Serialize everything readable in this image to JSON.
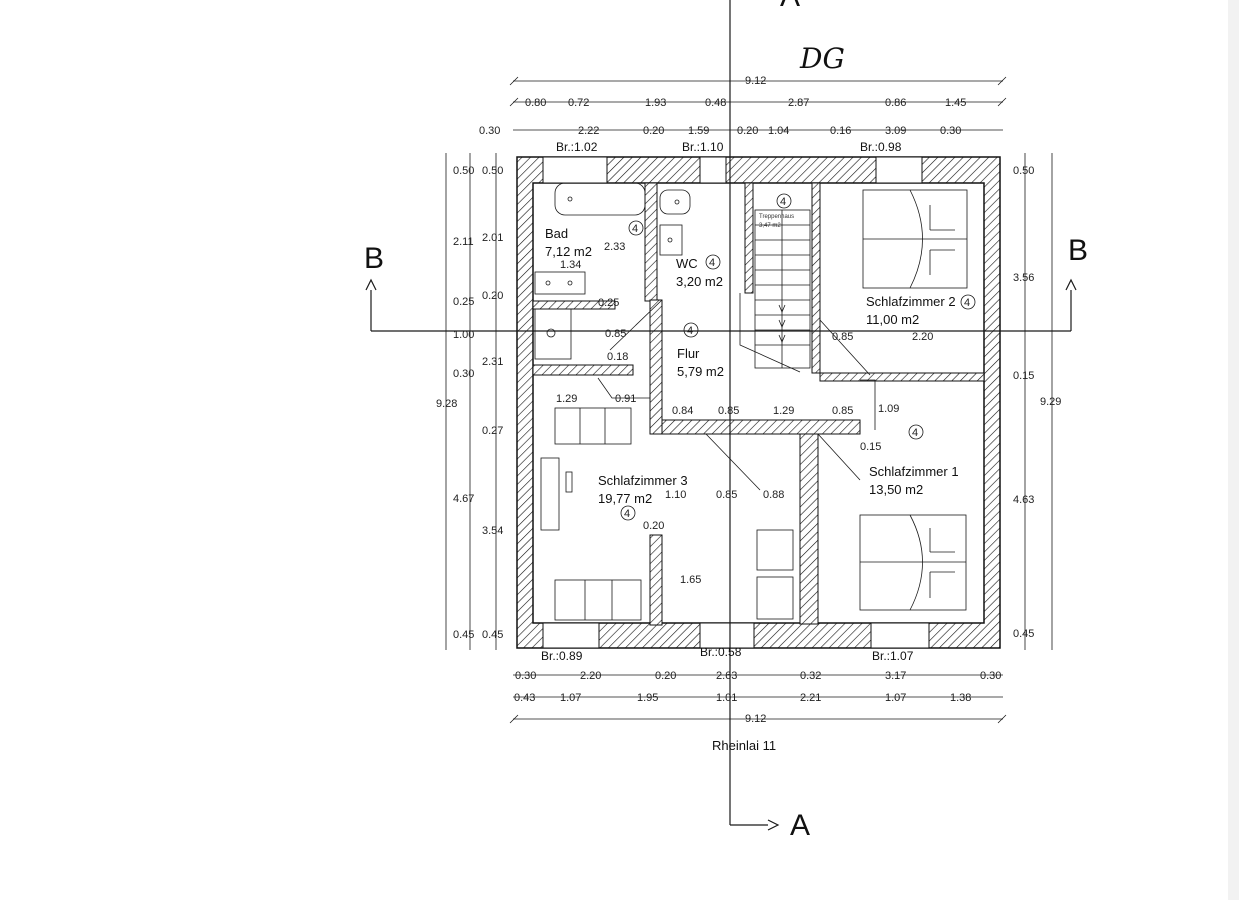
{
  "floor_label": "DG",
  "address": "Rheinlai 11",
  "section_a": "A",
  "section_b": "B",
  "room_marker": "4",
  "stair_label": "Treppenhaus",
  "stair_area": "3,47 m2",
  "rooms": {
    "bad": {
      "name": "Bad",
      "area": "7,12 m2"
    },
    "wc": {
      "name": "WC",
      "area": "3,20 m2"
    },
    "flur": {
      "name": "Flur",
      "area": "5,79 m2"
    },
    "schlaf1": {
      "name": "Schlafzimmer 1",
      "area": "13,50 m2"
    },
    "schlaf2": {
      "name": "Schlafzimmer 2",
      "area": "11,00 m2"
    },
    "schlaf3": {
      "name": "Schlafzimmer 3",
      "area": "19,77 m2"
    }
  },
  "windows": {
    "top": [
      "Br.:1.02",
      "Br.:1.10",
      "Br.:0.98"
    ],
    "bottom": [
      "Br.:0.89",
      "Br.:0.58",
      "Br.:1.07"
    ]
  },
  "dims": {
    "top_total": "9.12",
    "top_row1": [
      "0.80",
      "0.72",
      "1.93",
      "0.48",
      "2.87",
      "0.86",
      "1.45"
    ],
    "top_row2": [
      "0.30",
      "2.22",
      "0.20",
      "1.59",
      "0.20",
      "1.04",
      "0.16",
      "3.09",
      "0.30"
    ],
    "bottom_row1": [
      "0.30",
      "2.20",
      "0.20",
      "2.63",
      "0.32",
      "3.17",
      "0.30"
    ],
    "bottom_row2": [
      "0.43",
      "1.07",
      "1.95",
      "1.01",
      "2.21",
      "1.07",
      "1.38"
    ],
    "bottom_total": "9.12",
    "left_outer": [
      "0.50",
      "2.11",
      "0.25",
      "1.00",
      "0.30",
      "9.28",
      "4.67",
      "0.45"
    ],
    "left_inner": [
      "0.50",
      "2.01",
      "0.20",
      "2.31",
      "0.27",
      "3.54",
      "0.45"
    ],
    "right_outer": [
      "9.29"
    ],
    "right_inner": [
      "0.50",
      "3.56",
      "0.15",
      "4.63",
      "0.45"
    ],
    "interior": [
      "2.33",
      "1.34",
      "0.25",
      "0.85",
      "0.18",
      "1.29",
      "0.91",
      "0.84",
      "0.85",
      "1.29",
      "0.85",
      "1.09",
      "0.15",
      "0.85",
      "2.20",
      "1.10",
      "0.85",
      "0.88",
      "0.20",
      "1.65"
    ]
  }
}
